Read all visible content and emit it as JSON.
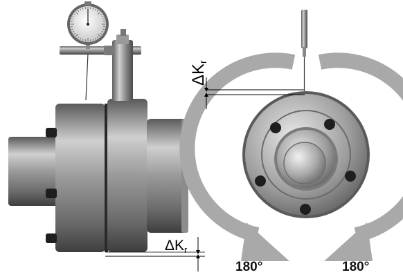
{
  "labels": {
    "delta_symbol": "ΔK",
    "delta_subscript": "r",
    "rotation_left": "180°",
    "rotation_right": "180°"
  },
  "colors": {
    "arrow_gray": "#a9a9a9",
    "metal_dark": "#4a4a4a",
    "metal_mid": "#8c8c8c",
    "metal_light": "#d8d8d8",
    "bolt": "#1e1e1e"
  },
  "icons": {
    "dial_indicator": "dial-gauge-icon",
    "rotation_arrows": "circular-arrow-icon"
  }
}
